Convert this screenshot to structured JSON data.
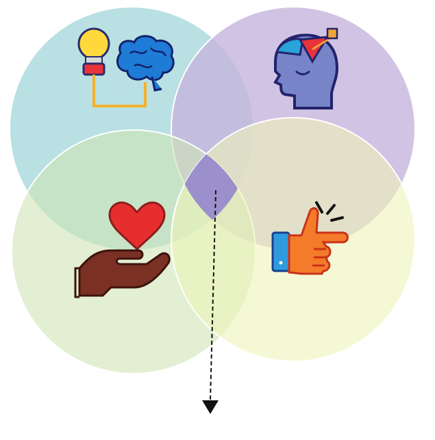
{
  "diagram": {
    "type": "four-circle-venn",
    "circles": [
      {
        "name": "top-left",
        "color": "#a8d8dc",
        "icon": "lightbulb-brain-icon"
      },
      {
        "name": "top-right",
        "color": "#c6b4dc",
        "icon": "head-thinking-icon"
      },
      {
        "name": "bottom-left",
        "color": "#cfe5b4",
        "icon": "hand-heart-icon"
      },
      {
        "name": "bottom-right",
        "color": "#eef3b8",
        "icon": "finger-snap-icon"
      }
    ],
    "center_color": "#9b8fcc",
    "arrow": {
      "style": "dashed",
      "direction": "down",
      "color": "#111111"
    }
  }
}
